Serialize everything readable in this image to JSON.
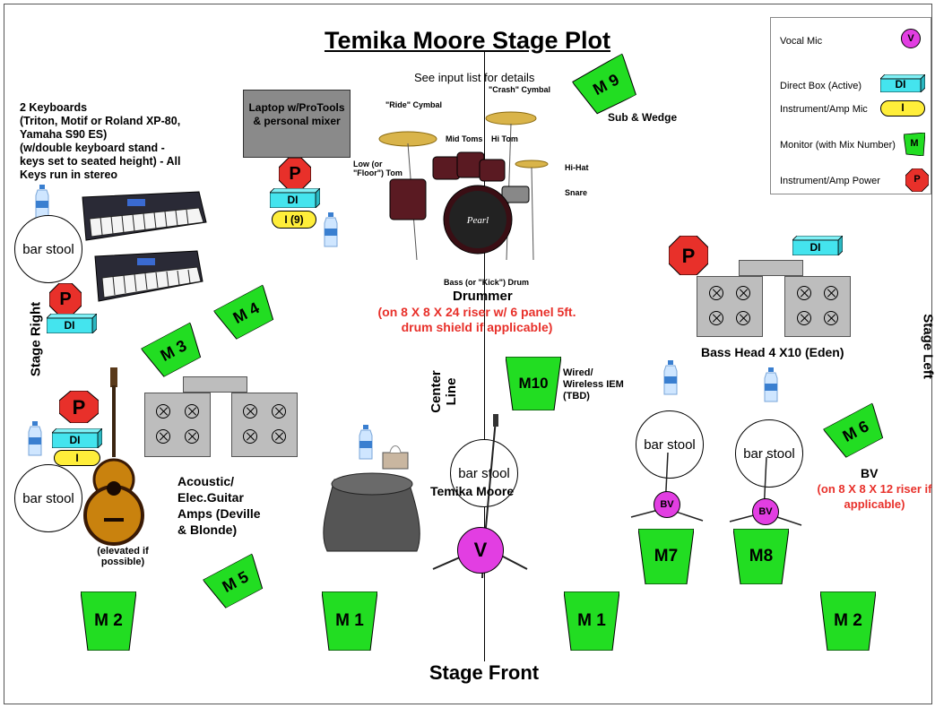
{
  "title": "Temika Moore Stage Plot",
  "input_list_note": "See input list for details",
  "keyboards_text": [
    "2 Keyboards",
    "(Triton, Motif or Roland XP-80,",
    "Yamaha S90 ES)",
    " (w/double keyboard stand -",
    "keys set to seated height) - All",
    "Keys run in stereo"
  ],
  "laptop_text": "Laptop w/ProTools & personal mixer",
  "laptop_input_label": "I (9)",
  "sub_wedge": "Sub & Wedge",
  "drum_labels": {
    "ride": "\"Ride\" Cymbal",
    "crash": "\"Crash\" Cymbal",
    "mid_toms": "Mid Toms",
    "hi_tom": "Hi Tom",
    "floor_tom": "Low (or \"Floor\") Tom",
    "hihat": "Hi-Hat",
    "snare": "Snare",
    "kick": "Bass (or \"Kick\") Drum",
    "brand": "Pearl"
  },
  "drummer_label": "Drummer",
  "drummer_riser": "(on 8 X 8 X 24 riser w/ 6 panel 5ft. drum shield if applicable)",
  "stage_right": "Stage Right",
  "stage_left": "Stage Left",
  "center_line": "Center Line",
  "stage_front": "Stage Front",
  "bass_head": "Bass Head 4 X10 (Eden)",
  "guitar_amps": "Acoustic/ Elec.Guitar Amps (Deville & Blonde)",
  "guitar_elevated": "(elevated if possible)",
  "iem_label": "Wired/ Wireless IEM (TBD)",
  "lead_vocal_name": "Temika Moore",
  "bv_label": "BV",
  "bv_riser": "(on 8 X 8 X 12 riser if applicable)",
  "bar_stool": "bar stool",
  "badges": {
    "power": "P",
    "di": "DI",
    "instrument": "I",
    "vocal": "V",
    "bv": "BV"
  },
  "monitors": {
    "m1": "M 1",
    "m2": "M 2",
    "m3": "M 3",
    "m4": "M 4",
    "m5": "M 5",
    "m6": "M 6",
    "m7": "M7",
    "m8": "M8",
    "m9": "M 9",
    "m10": "M10"
  },
  "legend": {
    "vocal_mic": "Vocal Mic",
    "direct_box": "Direct Box (Active)",
    "instrument_mic": "Instrument/Amp Mic",
    "monitor": "Monitor (with Mix Number)",
    "power": "Instrument/Amp Power",
    "monitor_symbol": "M"
  },
  "colors": {
    "monitor_green": "#22dd22",
    "power_red": "#e8302a",
    "di_cyan": "#44e4ee",
    "mic_yellow": "#ffee3a",
    "vocal_magenta": "#e23ee2",
    "riser_red": "#e8302a"
  }
}
